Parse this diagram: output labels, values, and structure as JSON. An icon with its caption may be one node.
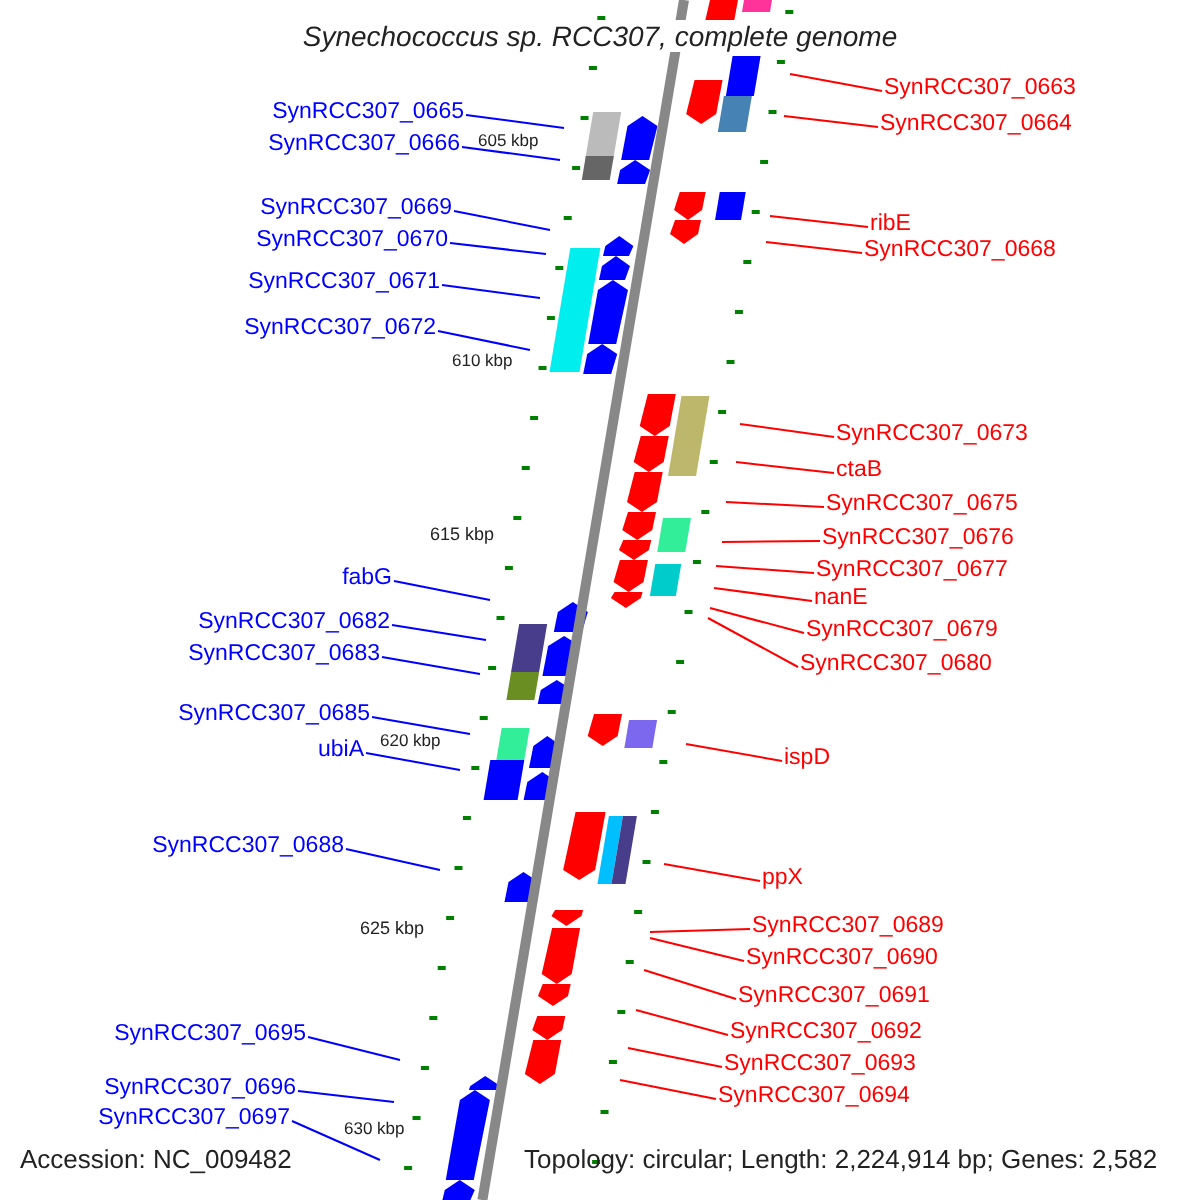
{
  "diagram": {
    "title": "Synechococcus sp. RCC307, complete genome",
    "nodes": [
      {
        "text": [
          "SynRCC307_0665"
        ]
      },
      {
        "text": [
          "SynRCC307_0666"
        ]
      },
      {
        "text": [
          "SynRCC307_0669"
        ]
      },
      {
        "text": [
          "SynRCC307_0670"
        ]
      },
      {
        "text": [
          "SynRCC307_0671"
        ]
      },
      {
        "text": [
          "SynRCC307_0672"
        ]
      },
      {
        "text": [
          "fabG"
        ]
      },
      {
        "text": [
          "SynRCC307_0682"
        ]
      },
      {
        "text": [
          "SynRCC307_0683"
        ]
      },
      {
        "text": [
          "SynRCC307_0685"
        ]
      },
      {
        "text": [
          "ubiA"
        ]
      },
      {
        "text": [
          "SynRCC307_0688"
        ]
      },
      {
        "text": [
          "SynRCC307_0695"
        ]
      },
      {
        "text": [
          "SynRCC307_0696"
        ]
      },
      {
        "text": [
          "SynRCC307_0697"
        ]
      },
      {
        "text": [
          "SynRCC307_0663"
        ]
      },
      {
        "text": [
          "SynRCC307_0664"
        ]
      },
      {
        "text": [
          "ribE"
        ]
      },
      {
        "text": [
          "SynRCC307_0668"
        ]
      },
      {
        "text": [
          "SynRCC307_0673"
        ]
      },
      {
        "text": [
          "ctaB"
        ]
      },
      {
        "text": [
          "SynRCC307_0675"
        ]
      },
      {
        "text": [
          "SynRCC307_0676"
        ]
      },
      {
        "text": [
          "SynRCC307_0677"
        ]
      },
      {
        "text": [
          "nanE"
        ]
      },
      {
        "text": [
          "SynRCC307_0679"
        ]
      },
      {
        "text": [
          "SynRCC307_0680"
        ]
      },
      {
        "text": [
          "ispD"
        ]
      },
      {
        "text": [
          "ppX"
        ]
      },
      {
        "text": [
          "SynRCC307_0689"
        ]
      },
      {
        "text": [
          "SynRCC307_0690"
        ]
      },
      {
        "text": [
          "SynRCC307_0691"
        ]
      },
      {
        "text": [
          "SynRCC307_0692"
        ]
      },
      {
        "text": [
          "SynRCC307_0693"
        ]
      },
      {
        "text": [
          "SynRCC307_0694"
        ]
      }
    ],
    "edges": [
      {
        "from": 0,
        "to": null,
        "arrow": "none",
        "color": "#0000ff"
      },
      {
        "from": 1,
        "to": null,
        "arrow": "none",
        "color": "#0000ff"
      },
      {
        "from": 2,
        "to": null,
        "arrow": "none",
        "color": "#0000ff"
      },
      {
        "from": 3,
        "to": null,
        "arrow": "none",
        "color": "#0000ff"
      },
      {
        "from": 4,
        "to": null,
        "arrow": "none",
        "color": "#0000ff"
      },
      {
        "from": 5,
        "to": null,
        "arrow": "none",
        "color": "#0000ff"
      },
      {
        "from": 6,
        "to": null,
        "arrow": "none",
        "color": "#0000ff"
      },
      {
        "from": 7,
        "to": null,
        "arrow": "none",
        "color": "#0000ff"
      },
      {
        "from": 8,
        "to": null,
        "arrow": "none",
        "color": "#0000ff"
      },
      {
        "from": 9,
        "to": null,
        "arrow": "none",
        "color": "#0000ff"
      },
      {
        "from": 10,
        "to": null,
        "arrow": "none",
        "color": "#0000ff"
      },
      {
        "from": 11,
        "to": null,
        "arrow": "none",
        "color": "#0000ff"
      },
      {
        "from": 12,
        "to": null,
        "arrow": "none",
        "color": "#0000ff"
      },
      {
        "from": 13,
        "to": null,
        "arrow": "none",
        "color": "#0000ff"
      },
      {
        "from": 14,
        "to": null,
        "arrow": "none",
        "color": "#0000ff"
      },
      {
        "from": 15,
        "to": null,
        "arrow": "none"
      },
      {
        "from": 16,
        "to": null,
        "arrow": "none"
      },
      {
        "from": 17,
        "to": null,
        "arrow": "none"
      },
      {
        "from": 18,
        "to": null,
        "arrow": "none"
      },
      {
        "from": 19,
        "to": null,
        "arrow": "none"
      },
      {
        "from": 20,
        "to": null,
        "arrow": "none"
      },
      {
        "from": 21,
        "to": null,
        "arrow": "none"
      },
      {
        "from": 22,
        "to": null,
        "arrow": "none"
      },
      {
        "from": 23,
        "to": null,
        "arrow": "none"
      },
      {
        "from": 24,
        "to": null,
        "arrow": "none"
      },
      {
        "from": 25,
        "to": null,
        "arrow": "none"
      },
      {
        "from": 26,
        "to": null,
        "arrow": "none"
      },
      {
        "from": 27,
        "to": null,
        "arrow": "none"
      },
      {
        "from": 28,
        "to": null,
        "arrow": "none"
      },
      {
        "from": 29,
        "to": null,
        "arrow": "none"
      },
      {
        "from": 30,
        "to": null,
        "arrow": "none"
      },
      {
        "from": 31,
        "to": null,
        "arrow": "none"
      },
      {
        "from": 32,
        "to": null,
        "arrow": "none"
      },
      {
        "from": 33,
        "to": null,
        "arrow": "none"
      },
      {
        "from": 34,
        "to": null,
        "arrow": "none"
      }
    ],
    "labels": [
      "605 kbp",
      "610 kbp",
      "615 kbp",
      "620 kbp",
      "625 kbp",
      "630 kbp",
      "Accession: NC_009482",
      "Topology: circular; Length: 2,224,914 bp; Genes: 2,582"
    ]
  }
}
